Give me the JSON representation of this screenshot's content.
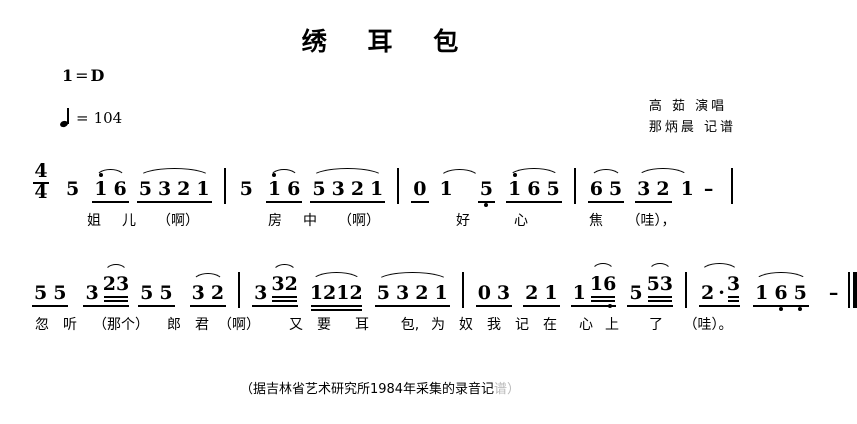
{
  "header": {
    "title": "绣 耳 包",
    "key_label": "1",
    "key_equals": "=",
    "key_value": "D",
    "tempo_equals": "=",
    "tempo_value": "104",
    "singer": "高 茹 演唱",
    "transcriber": "那炳晨 记谱"
  },
  "score": {
    "time_signature": {
      "numerator": "4",
      "denominator": "4"
    },
    "lines": [
      {
        "id": "line-1",
        "pickup": "5",
        "measures": [
          {
            "id": "l1-m1",
            "notes": "1 6 5 3 2 1",
            "lyrics": "姐 儿 （啊）"
          },
          {
            "id": "l1-m2",
            "notes": "5 1 6 5 3 2 1",
            "lyrics": "房 中 （啊）"
          },
          {
            "id": "l1-m3",
            "notes": "0 1 5 1 6 5",
            "lyrics": "好 心"
          },
          {
            "id": "l1-m4",
            "notes": "6 5 3 2 1 –",
            "lyrics": "焦 （哇），"
          }
        ]
      },
      {
        "id": "line-2",
        "pickup": "",
        "measures": [
          {
            "id": "l2-m1",
            "notes": "5 5 3 23 5 5 3 2",
            "lyrics": "忽听（那个）郎君（啊）"
          },
          {
            "id": "l2-m2",
            "notes": "3 32 1212 5 3 2 1",
            "lyrics": "又要 耳 包,"
          },
          {
            "id": "l2-m3",
            "notes": "0 3 2 1 1 16 5 53",
            "lyrics": "为奴我记在 心上"
          },
          {
            "id": "l2-m4",
            "notes": "2·3 1 6 5 –",
            "lyrics": "了 （哇）。"
          }
        ]
      }
    ]
  },
  "notes_text": {
    "n0": "0",
    "n1": "1",
    "n2": "2",
    "n3": "3",
    "n5": "5",
    "n6": "6",
    "dot": "·",
    "dash": "–"
  },
  "lyrics": {
    "l1": [
      "姐",
      "儿",
      "（啊）",
      "房",
      "中",
      "（啊）",
      "好",
      "心",
      "焦",
      "（哇），"
    ],
    "l2": [
      "忽",
      "听",
      "（那个）",
      "郎",
      "君",
      "（啊）",
      "又",
      "要",
      "耳",
      "包,",
      "为",
      "奴",
      "我",
      "记",
      "在",
      "心",
      "上",
      "了",
      "（哇）。"
    ]
  },
  "footer": {
    "text": "（据吉林省艺术研究所1984年采集的录音记",
    "faded": "谱）"
  }
}
